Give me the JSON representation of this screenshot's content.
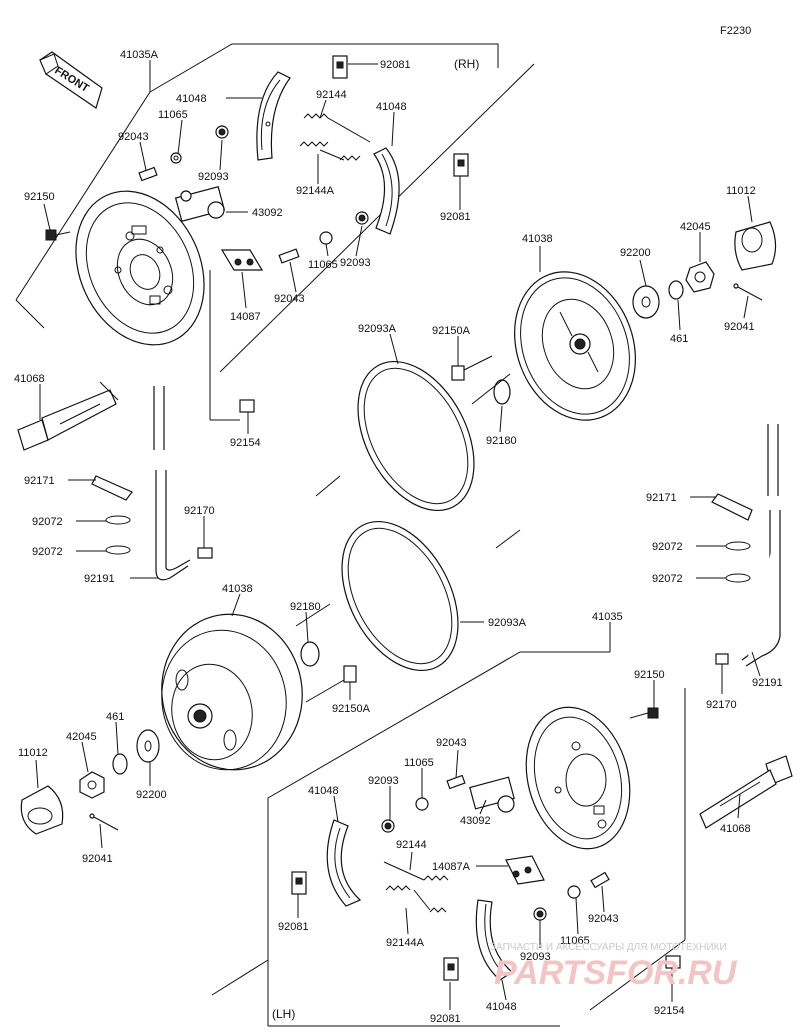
{
  "figure_code": "F2230",
  "front_label": "FRONT",
  "side_rh": "(RH)",
  "side_lh": "(LH)",
  "watermark": {
    "line1": "ЗАПЧАСТИ И АКСЕССУАРЫ ДЛЯ МОТОТЕХНИКИ",
    "line2": "PARTSFOR.RU"
  },
  "labels": {
    "l41035A": "41035A",
    "l92081_a": "92081",
    "l41048_a": "41048",
    "l92144_a": "92144",
    "l41048_b": "41048",
    "l11065_a": "11065",
    "l92043_a": "92043",
    "l92093_a": "92093",
    "l92144A_a": "92144A",
    "l92150_a": "92150",
    "l43092_a": "43092",
    "l92081_b": "92081",
    "l11012_a": "11012",
    "l41038_a": "41038",
    "l92200_a": "92200",
    "l42045_a": "42045",
    "l92093_b": "92093",
    "l11065_b": "11065",
    "l92043_b": "92043",
    "l14087": "14087",
    "l461_a": "461",
    "l92041_a": "92041",
    "l92093A_a": "92093A",
    "l92150A_a": "92150A",
    "l41068_a": "41068",
    "l92180_a": "92180",
    "l92154_a": "92154",
    "l92171_a": "92171",
    "l92072_a": "92072",
    "l92170_a": "92170",
    "l92072_b": "92072",
    "l92191_a": "92191",
    "l92171_b": "92171",
    "l92072_c": "92072",
    "l92072_d": "92072",
    "l41038_b": "41038",
    "l92180_b": "92180",
    "l92093A_b": "92093A",
    "l41035": "41035",
    "l92191_b": "92191",
    "l92150_b": "92150",
    "l92170_b": "92170",
    "l461_b": "461",
    "l42045_b": "42045",
    "l92150A_b": "92150A",
    "l11012_b": "11012",
    "l92200_b": "92200",
    "l92043_c": "92043",
    "l11065_c": "11065",
    "l92093_c": "92093",
    "l41048_c": "41048",
    "l41068_b": "41068",
    "l43092_b": "43092",
    "l92144_b": "92144",
    "l14087A": "14087A",
    "l92041_b": "92041",
    "l92081_c": "92081",
    "l92144A_b": "92144A",
    "l92043_d": "92043",
    "l11065_d": "11065",
    "l92093_d": "92093",
    "l92081_d": "92081",
    "l41048_d": "41048",
    "l92154_b": "92154"
  }
}
